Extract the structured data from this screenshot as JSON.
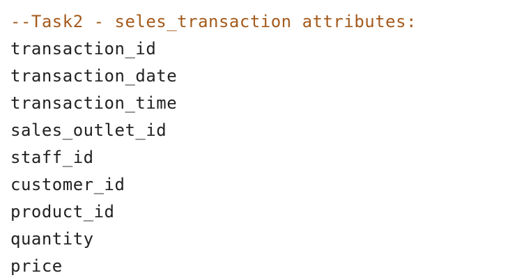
{
  "editor": {
    "comment": "--Task2 - seles_transaction attributes:",
    "lines": [
      "transaction_id",
      "transaction_date",
      "transaction_time",
      "sales_outlet_id",
      "staff_id",
      "customer_id",
      "product_id",
      "quantity",
      "price"
    ]
  },
  "colors": {
    "comment": "#a45a1c",
    "text": "#222222",
    "background": "#ffffff"
  }
}
